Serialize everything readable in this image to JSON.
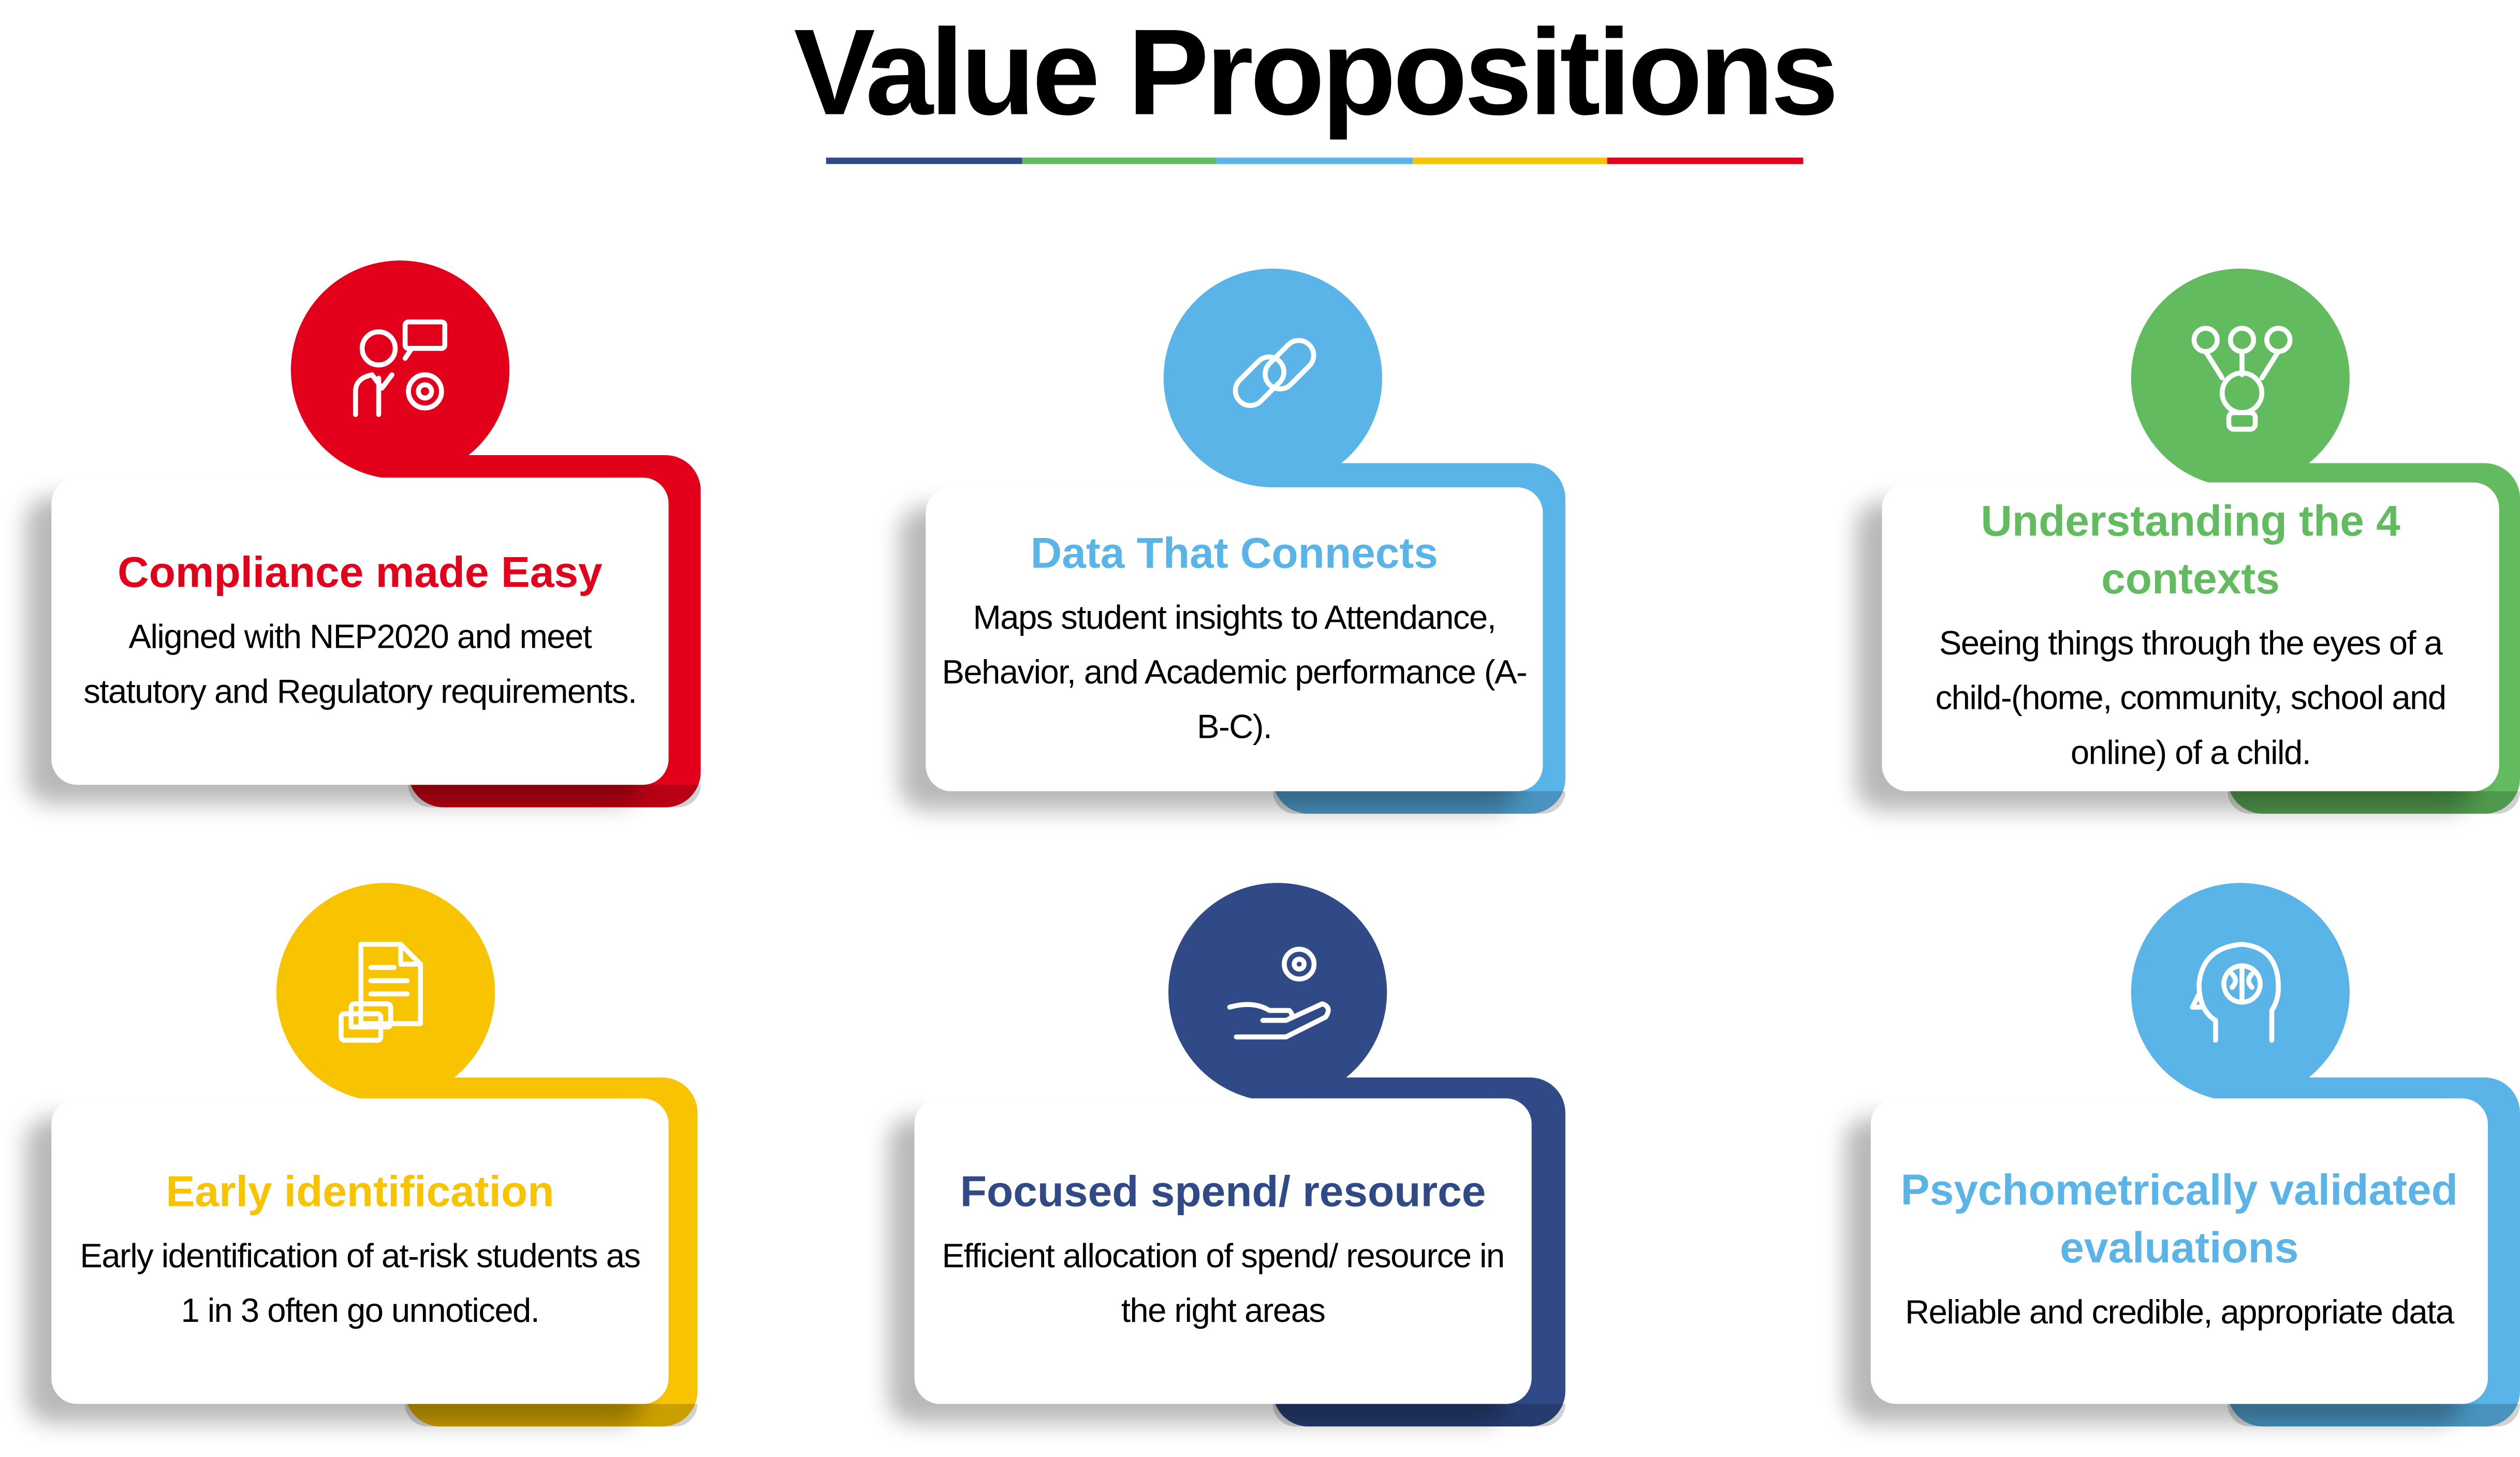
{
  "title": "Value Propositions",
  "underline_colors": [
    "#2f4a87",
    "#62bb5e",
    "#5ab4e8",
    "#f8c300",
    "#e2001a"
  ],
  "cards": [
    {
      "title": "Compliance made Easy",
      "body": "Aligned with NEP2020 and meet statutory and Regulatory requirements.",
      "color": "#e2001a",
      "icon": "support-agent-gear-icon"
    },
    {
      "title": "Data That Connects",
      "body": "Maps student insights to Attendance, Behavior, and Academic performance (A-B-C).",
      "color": "#5ab4e8",
      "icon": "link-icon"
    },
    {
      "title": "Understanding the 4 contexts",
      "body": "Seeing things through the eyes of a child-(home, community, school and online) of a child.",
      "color": "#62bb5e",
      "icon": "lightbulb-network-icon"
    },
    {
      "title": "Early identification",
      "body": "Early identification of at-risk students as 1 in 3 often go unnoticed.",
      "color": "#f8c300",
      "icon": "documents-icon"
    },
    {
      "title": "Focused spend/ resource",
      "body": "Efficient allocation of spend/ resource in the right areas",
      "color": "#2f4a87",
      "icon": "hand-gear-icon"
    },
    {
      "title": "Psychometrically validated evaluations",
      "body": "Reliable and credible, appropriate data",
      "color": "#5ab4e8",
      "icon": "head-brain-icon"
    }
  ]
}
